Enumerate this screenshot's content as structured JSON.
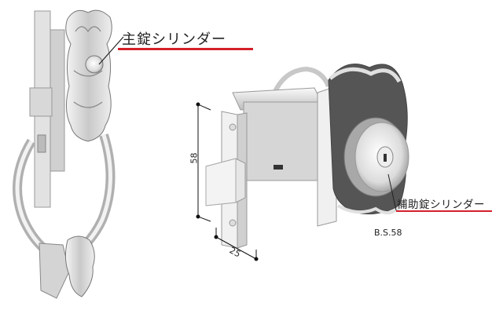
{
  "labels": {
    "main_cylinder": "主錠シリンダー",
    "auxiliary_cylinder": "補助錠シリンダー",
    "backset": "B.S.58"
  },
  "dimensions": {
    "height": "58",
    "depth": "25"
  },
  "colors": {
    "underline": "#d4202a",
    "text": "#222222",
    "background": "#ffffff"
  }
}
